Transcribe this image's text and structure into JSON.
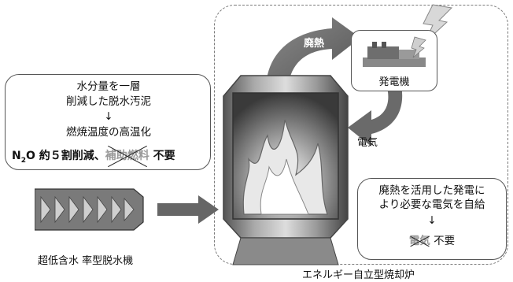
{
  "dryer": {
    "line1": "水分量を一層",
    "line2": "削減した脱水汚泥",
    "arrow": "↓",
    "line3": "燃焼温度の高温化",
    "n2o_n": "N",
    "n2o_sub": "2",
    "n2o_o": "O",
    "reduction": "約５割削減、",
    "aux_fuel": "補助燃料",
    "not_needed": "不要"
  },
  "dewatering_machine_label": "超低含水 率型脱水機",
  "furnace_label": "エネルギー自立型焼却炉",
  "waste_heat_label": "廃熱",
  "generator_label": "発電機",
  "electricity_label": "電気",
  "self_supply": {
    "line1": "廃熱を活用した発電に",
    "line2": "より必要な電気を自給",
    "arrow": "↓",
    "electricity": "電気",
    "not_needed": "不要"
  }
}
